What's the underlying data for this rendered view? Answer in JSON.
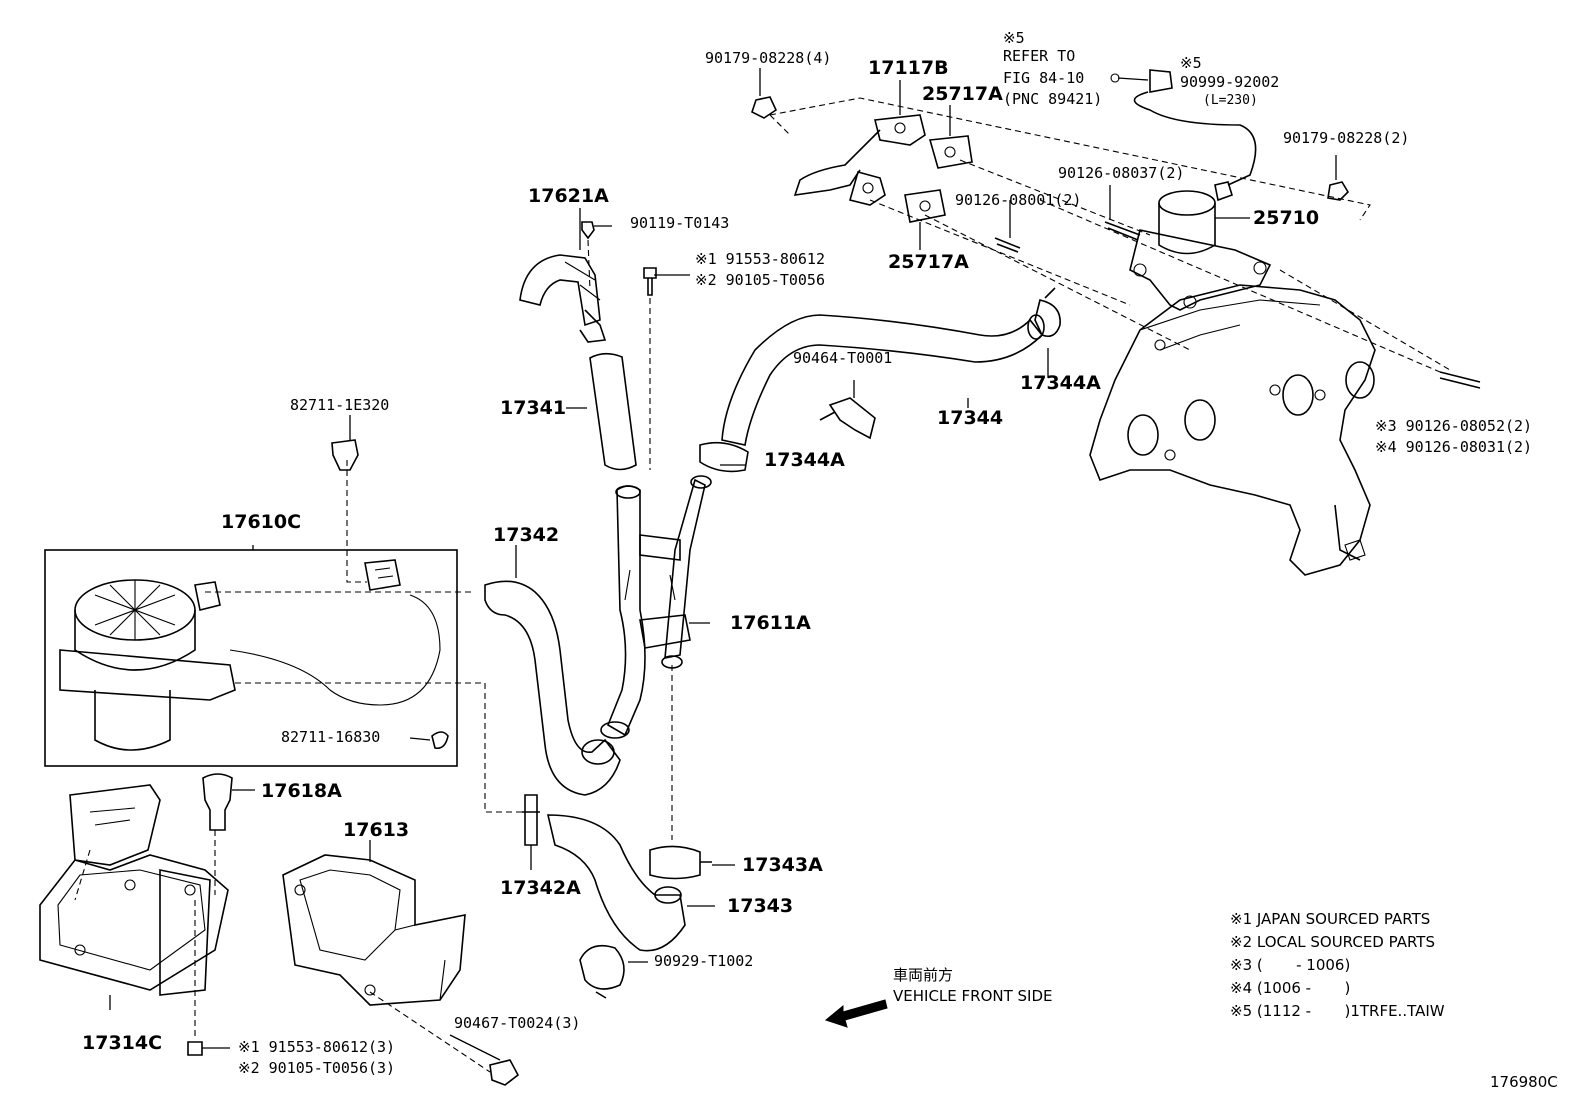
{
  "labels": {
    "p_90179_4": "90179-08228(4)",
    "p_17117b": "17117B",
    "p_25717a_top": "25717A",
    "ref_mark": "※5",
    "ref_refer": "REFER TO",
    "ref_fig": "FIG 84-10",
    "ref_pnc": "(PNC 89421)",
    "p_90999_mark": "※5",
    "p_90999": "90999-92002",
    "p_90999_len": "(L=230)",
    "p_90179_2": "90179-08228(2)",
    "p_90126_08037": "90126-08037(2)",
    "p_25710": "25710",
    "p_90126_08001": "90126-08001(2)",
    "p_25717a_bot": "25717A",
    "p_17621a": "17621A",
    "p_90119": "90119-T0143",
    "p_91553_a": "※1 91553-80612",
    "p_90105_a": "※2 90105-T0056",
    "p_90464": "90464-T0001",
    "p_17344": "17344",
    "p_17344a_r": "17344A",
    "p_90126_08052": "※3 90126-08052(2)",
    "p_90126_08031": "※4 90126-08031(2)",
    "p_82711_1e": "82711-1E320",
    "p_17341": "17341",
    "p_17344a_l": "17344A",
    "p_17610c": "17610C",
    "p_17342": "17342",
    "p_17611a": "17611A",
    "p_82711_16": "82711-16830",
    "p_17618a": "17618A",
    "p_17613": "17613",
    "p_17343a": "17343A",
    "p_17342a": "17342A",
    "p_17343": "17343",
    "p_90929": "90929-T1002",
    "p_17314c": "17314C",
    "p_90467": "90467-T0024(3)",
    "p_91553_b": "※1 91553-80612(3)",
    "p_90105_b": "※2 90105-T0056(3)"
  },
  "legend": [
    "※1 JAPAN SOURCED PARTS",
    "※2 LOCAL SOURCED PARTS",
    "※3 (       - 1006)",
    "※4 (1006 -       )",
    "※5 (1112 -       )1TRFE..TAIW"
  ],
  "front": {
    "jp": "車両前方",
    "en": "VEHICLE FRONT SIDE"
  },
  "figure_id": "176980C"
}
